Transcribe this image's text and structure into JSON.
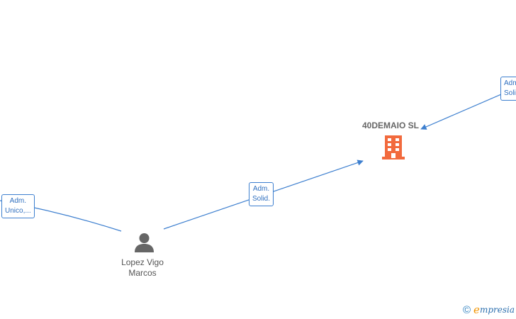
{
  "company": {
    "name": "40DEMAIO  SL"
  },
  "person": {
    "name_line1": "Lopez Vigo",
    "name_line2": "Marcos"
  },
  "edges": [
    {
      "id": "person-to-company",
      "label_line1": "Adm.",
      "label_line2": "Solid."
    },
    {
      "id": "offscreen-left-to-person",
      "label_line1": "Adm.",
      "label_line2": "Unico,..."
    },
    {
      "id": "offscreen-right-to-company",
      "label_line1": "Adm.",
      "label_line2": "Soli"
    }
  ],
  "watermark": {
    "symbol": "©",
    "brand_initial": "e",
    "brand_rest": "mpresia"
  },
  "colors": {
    "edge": "#3d7fcf",
    "company_icon": "#f26a3d",
    "person_icon": "#666666",
    "brand_orange": "#f29400",
    "brand_blue": "#2b6fae"
  }
}
